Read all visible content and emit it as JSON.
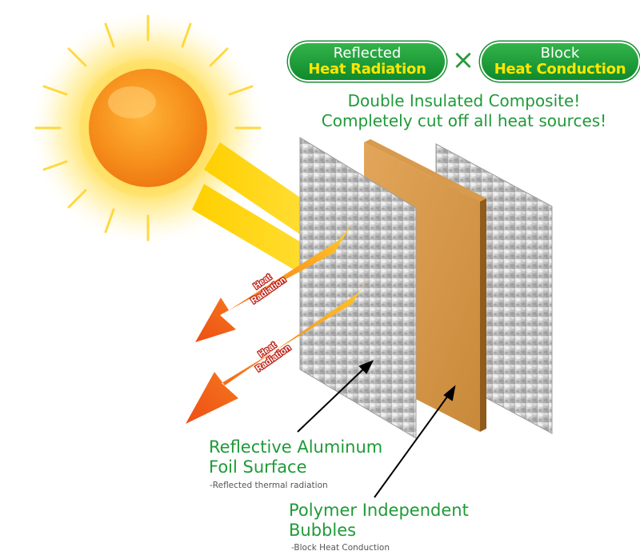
{
  "header": {
    "left_pill": {
      "line1": "Reflected",
      "line2": "Heat Radiation"
    },
    "separator": "×",
    "right_pill": {
      "line1": "Block",
      "line2": "Heat Conduction"
    },
    "tagline_1": "Double Insulated Composite!",
    "tagline_2": "Completely cut off all heat sources!"
  },
  "arrows": [
    {
      "line1": "Heat",
      "line2": "Radiation"
    },
    {
      "line1": "Heat",
      "line2": "Radiation"
    }
  ],
  "callouts": {
    "foil": {
      "title_line1": "Reflective Aluminum",
      "title_line2": "Foil Surface",
      "subtitle": "-Reflected thermal radiation"
    },
    "bubble": {
      "title_line1": "Polymer Independent",
      "title_line2": "Bubbles",
      "subtitle": "-Block Heat Conduction"
    }
  },
  "colors": {
    "brand_green": "#1f9a38",
    "highlight_yellow": "#ffe600",
    "heat_orange": "#f26a1b",
    "core_brown": "#c98a3c"
  },
  "icons": [
    "sun-icon",
    "heat-arrow-icon",
    "foil-layer-icon",
    "bubble-core-icon"
  ]
}
